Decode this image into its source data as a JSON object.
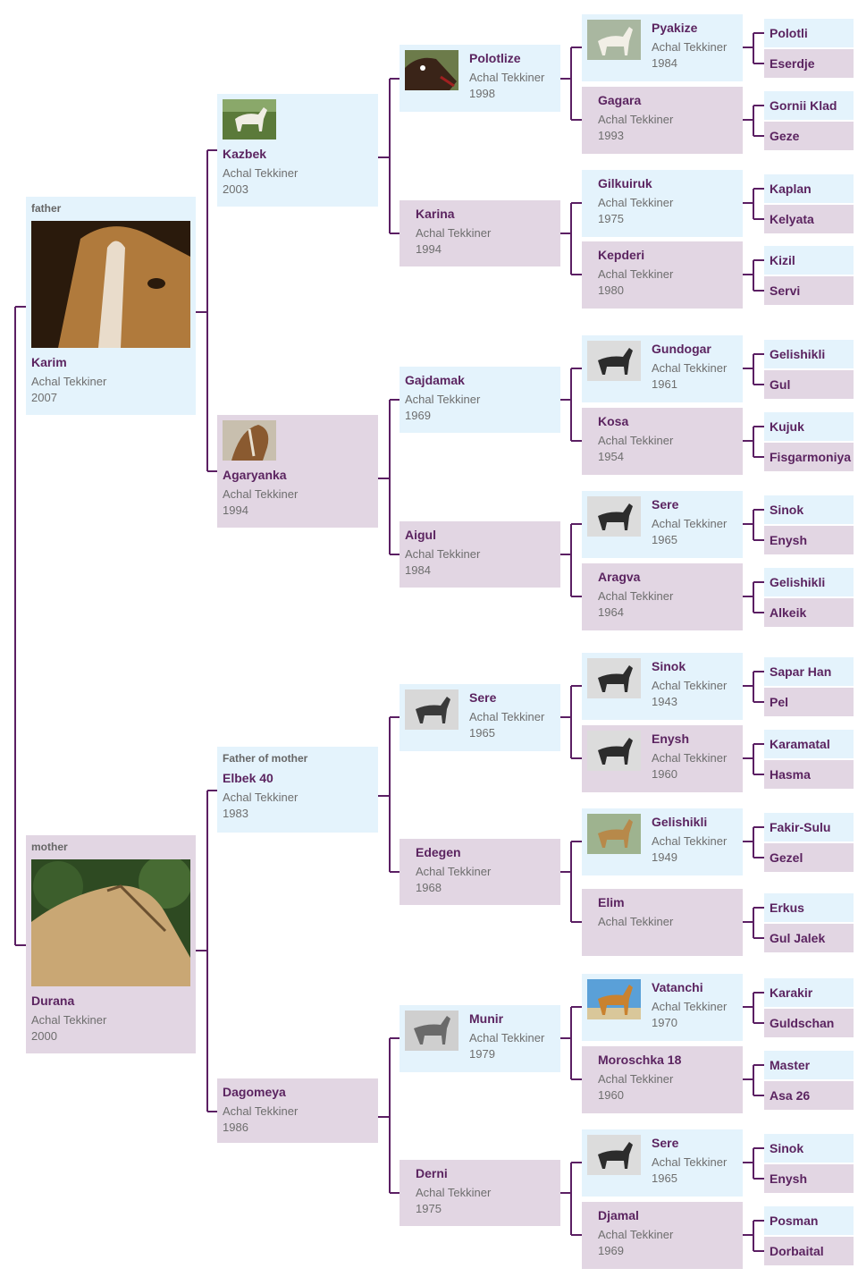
{
  "colors": {
    "male_bg": "#e4f3fc",
    "female_bg": "#e2d6e3",
    "line": "#5b1f63",
    "name": "#5b2460"
  },
  "subject": {
    "father": {
      "role": "father",
      "name": "Karim",
      "breed": "Achal Tekkiner",
      "year": "2007",
      "photo": "chestnut-head-blaze"
    },
    "mother": {
      "role": "mother",
      "name": "Durana",
      "breed": "Achal Tekkiner",
      "year": "2000",
      "photo": "buckskin-head-halter"
    }
  },
  "g2": [
    {
      "name": "Kazbek",
      "breed": "Achal Tekkiner",
      "year": "2003",
      "sex": "male",
      "photo": "white-horse-standing"
    },
    {
      "name": "Agaryanka",
      "breed": "Achal Tekkiner",
      "year": "1994",
      "sex": "female",
      "photo": "bay-head"
    },
    {
      "role": "Father of mother",
      "name": "Elbek 40",
      "breed": "Achal Tekkiner",
      "year": "1983",
      "sex": "male"
    },
    {
      "name": "Dagomeya",
      "breed": "Achal Tekkiner",
      "year": "1986",
      "sex": "female"
    }
  ],
  "g3": [
    {
      "name": "Polotlize",
      "breed": "Achal Tekkiner",
      "year": "1998",
      "sex": "male",
      "photo": "dark-head"
    },
    {
      "name": "Karina",
      "breed": "Achal Tekkiner",
      "year": "1994",
      "sex": "female"
    },
    {
      "name": "Gajdamak",
      "breed": "Achal Tekkiner",
      "year": "1969",
      "sex": "male"
    },
    {
      "name": "Aigul",
      "breed": "Achal Tekkiner",
      "year": "1984",
      "sex": "female"
    },
    {
      "name": "Sere",
      "breed": "Achal Tekkiner",
      "year": "1965",
      "sex": "male",
      "photo": "bw-horse"
    },
    {
      "name": "Edegen",
      "breed": "Achal Tekkiner",
      "year": "1968",
      "sex": "female"
    },
    {
      "name": "Munir",
      "breed": "Achal Tekkiner",
      "year": "1979",
      "sex": "male",
      "photo": "bw-horse"
    },
    {
      "name": "Derni",
      "breed": "Achal Tekkiner",
      "year": "1975",
      "sex": "female"
    }
  ],
  "g4": [
    {
      "name": "Pyakize",
      "breed": "Achal Tekkiner",
      "year": "1984",
      "sex": "male",
      "photo": "white-horse"
    },
    {
      "name": "Gagara",
      "breed": "Achal Tekkiner",
      "year": "1993",
      "sex": "female"
    },
    {
      "name": "Gilkuiruk",
      "breed": "Achal Tekkiner",
      "year": "1975",
      "sex": "male"
    },
    {
      "name": "Kepderi",
      "breed": "Achal Tekkiner",
      "year": "1980",
      "sex": "female"
    },
    {
      "name": "Gundogar",
      "breed": "Achal Tekkiner",
      "year": "1961",
      "sex": "male",
      "photo": "bw-horse"
    },
    {
      "name": "Kosa",
      "breed": "Achal Tekkiner",
      "year": "1954",
      "sex": "female"
    },
    {
      "name": "Sere",
      "breed": "Achal Tekkiner",
      "year": "1965",
      "sex": "male",
      "photo": "bw-horse"
    },
    {
      "name": "Aragva",
      "breed": "Achal Tekkiner",
      "year": "1964",
      "sex": "female"
    },
    {
      "name": "Sinok",
      "breed": "Achal Tekkiner",
      "year": "1943",
      "sex": "male",
      "photo": "bw-horse"
    },
    {
      "name": "Enysh",
      "breed": "Achal Tekkiner",
      "year": "1960",
      "sex": "female",
      "photo": "bw-horse"
    },
    {
      "name": "Gelishikli",
      "breed": "Achal Tekkiner",
      "year": "1949",
      "sex": "male",
      "photo": "golden-horse"
    },
    {
      "name": "Elim",
      "breed": "Achal Tekkiner",
      "year": "",
      "sex": "female"
    },
    {
      "name": "Vatanchi",
      "breed": "Achal Tekkiner",
      "year": "1970",
      "sex": "male",
      "photo": "golden-horse-sky"
    },
    {
      "name": "Moroschka 18",
      "breed": "Achal Tekkiner",
      "year": "1960",
      "sex": "female"
    },
    {
      "name": "Sere",
      "breed": "Achal Tekkiner",
      "year": "1965",
      "sex": "male",
      "photo": "bw-horse"
    },
    {
      "name": "Djamal",
      "breed": "Achal Tekkiner",
      "year": "1969",
      "sex": "female"
    }
  ],
  "g5": [
    {
      "name": "Polotli",
      "sex": "male"
    },
    {
      "name": "Eserdje",
      "sex": "female"
    },
    {
      "name": "Gornii Klad",
      "sex": "male"
    },
    {
      "name": "Geze",
      "sex": "female"
    },
    {
      "name": "Kaplan",
      "sex": "male"
    },
    {
      "name": "Kelyata",
      "sex": "female"
    },
    {
      "name": "Kizil",
      "sex": "male"
    },
    {
      "name": "Servi",
      "sex": "female"
    },
    {
      "name": "Gelishikli",
      "sex": "male"
    },
    {
      "name": "Gul",
      "sex": "female"
    },
    {
      "name": "Kujuk",
      "sex": "male"
    },
    {
      "name": "Fisgarmoniya",
      "sex": "female"
    },
    {
      "name": "Sinok",
      "sex": "male"
    },
    {
      "name": "Enysh",
      "sex": "female"
    },
    {
      "name": "Gelishikli",
      "sex": "male"
    },
    {
      "name": "Alkeik",
      "sex": "female"
    },
    {
      "name": "Sapar Han",
      "sex": "male"
    },
    {
      "name": "Pel",
      "sex": "female"
    },
    {
      "name": "Karamatal",
      "sex": "male"
    },
    {
      "name": "Hasma",
      "sex": "female"
    },
    {
      "name": "Fakir-Sulu",
      "sex": "male"
    },
    {
      "name": "Gezel",
      "sex": "female"
    },
    {
      "name": "Erkus",
      "sex": "male"
    },
    {
      "name": "Gul Jalek",
      "sex": "female"
    },
    {
      "name": "Karakir",
      "sex": "male"
    },
    {
      "name": "Guldschan",
      "sex": "female"
    },
    {
      "name": "Master",
      "sex": "male"
    },
    {
      "name": "Asa 26",
      "sex": "female"
    },
    {
      "name": "Sinok",
      "sex": "male"
    },
    {
      "name": "Enysh",
      "sex": "female"
    },
    {
      "name": "Posman",
      "sex": "male"
    },
    {
      "name": "Dorbaital",
      "sex": "female"
    }
  ]
}
